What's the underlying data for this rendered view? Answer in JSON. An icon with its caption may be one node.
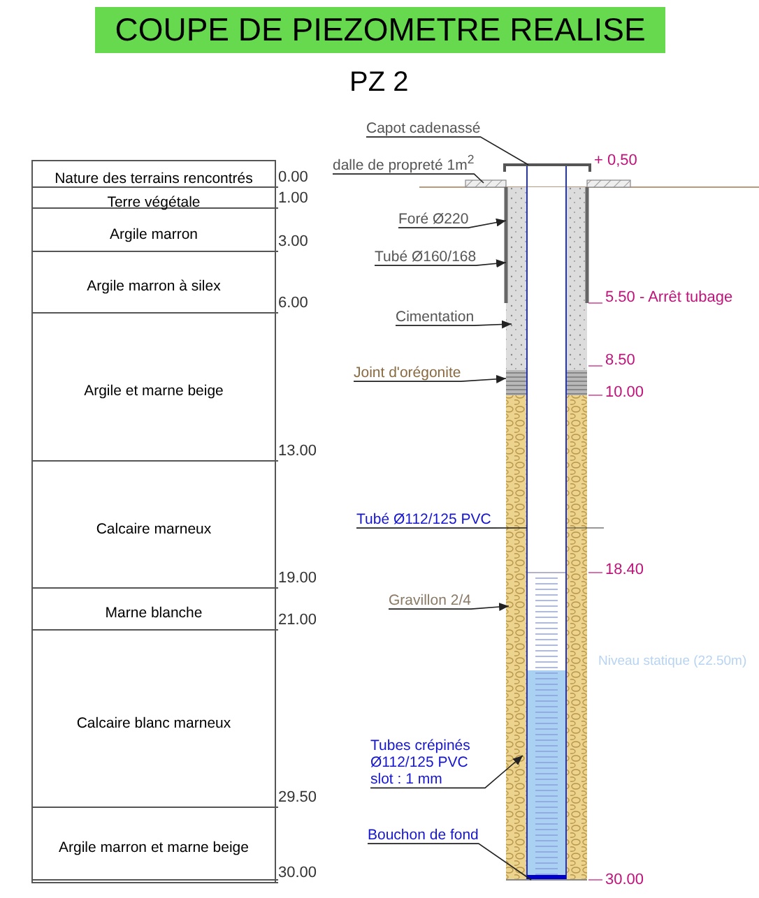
{
  "diagram": {
    "title": "COUPE DE PIEZOMETRE REALISE",
    "nodes": [
      {
        "text": [
          "Capot cadenassé"
        ]
      },
      {
        "text": [
          "dalle de propreté 1m$^{2}$"
        ]
      },
      {
        "text": [
          "Foré Ø220"
        ]
      },
      {
        "text": [
          "Tubé Ø160/168"
        ]
      },
      {
        "text": [
          "Cimentation"
        ]
      },
      {
        "text": [
          "Joint d'orégonite"
        ]
      },
      {
        "text": [
          "Tubé Ø112/125 PVC"
        ]
      },
      {
        "text": [
          "Gravillon 2/4"
        ]
      },
      {
        "text": [
          "Tubes crépinés Ø112/125 PVC slot : 1 mm"
        ]
      },
      {
        "text": [
          "Bouchon de fond"
        ]
      }
    ],
    "edges": [
      {
        "from": 0,
        "to": null,
        "arrow": "none"
      },
      {
        "from": 1,
        "to": null,
        "arrow": "none"
      },
      {
        "from": 2,
        "to": null,
        "arrow": "to"
      },
      {
        "from": 3,
        "to": null,
        "arrow": "to"
      },
      {
        "from": 4,
        "to": null,
        "arrow": "to"
      },
      {
        "from": 5,
        "to": null,
        "arrow": "to"
      },
      {
        "from": 6,
        "to": null,
        "arrow": "none"
      },
      {
        "from": 7,
        "to": null,
        "arrow": "to"
      },
      {
        "from": 8,
        "to": null,
        "arrow": "to"
      },
      {
        "from": 9,
        "to": null,
        "arrow": "none"
      }
    ],
    "labels": [
      "PZ 2",
      "Nature des terrains rencontrés",
      "0.00",
      "Terre végétale",
      "1.00",
      "Argile marron",
      "3.00",
      "Argile marron à silex",
      "6.00",
      "Argile et marne beige",
      "13.00",
      "Calcaire marneux",
      "19.00",
      "Marne blanche",
      "21.00",
      "Calcaire blanc marneux",
      "29.50",
      "Argile marron et marne beige",
      "30.00",
      "+ 0,50",
      "5.50 - Arrêt tubage",
      "8.50",
      "10.00",
      "18.40",
      "Niveau statique (22.50m)",
      "30.00"
    ]
  }
}
